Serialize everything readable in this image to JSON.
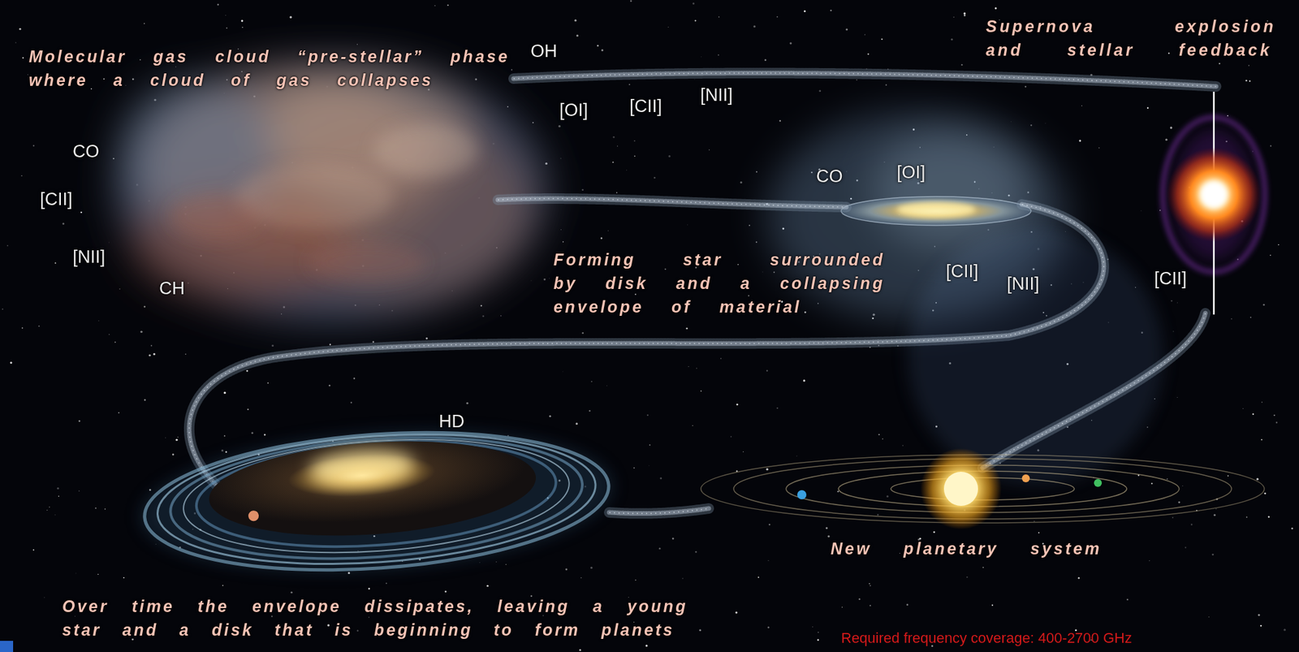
{
  "diagram": {
    "labels": [
      "Molecular gas cloud “pre-stellar” phase where a cloud of gas collapses",
      "OH",
      "Supernova explosion and stellar feedback",
      "[OI]",
      "[CII]",
      "[NII]",
      "CO",
      "[CII]",
      "[NII]",
      "CH",
      "CO",
      "[OI]",
      "Forming star surrounded by disk and a collapsing envelope of material",
      "[CII]",
      "[NII]",
      "[CII]",
      "HD",
      "New planetary system",
      "Over time the envelope dissipates, leaving a young star and a disk that is beginning to form planets",
      "Required frequency coverage: 400-2700 GHz"
    ]
  }
}
